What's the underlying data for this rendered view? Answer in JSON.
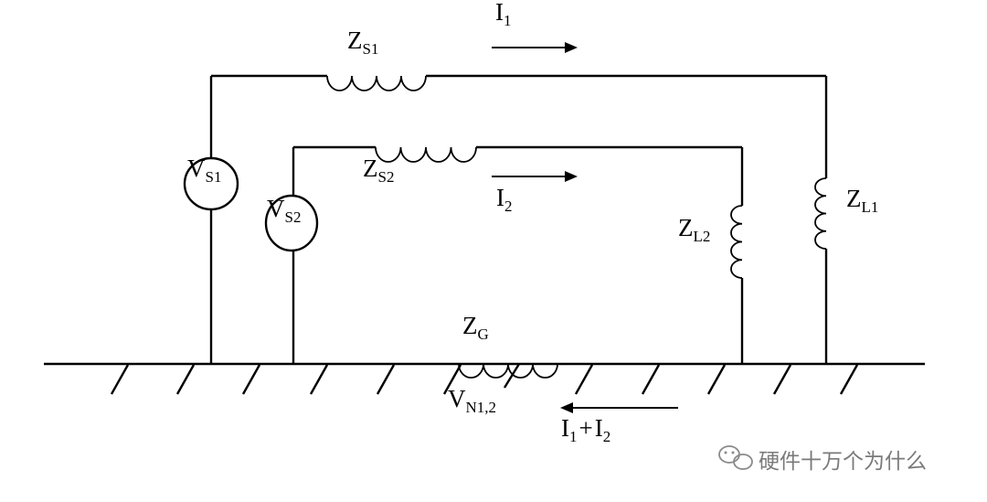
{
  "labels": {
    "zs1": {
      "main": "Z",
      "sub": "S1"
    },
    "zs2": {
      "main": "Z",
      "sub": "S2"
    },
    "zl1": {
      "main": "Z",
      "sub": "L1"
    },
    "zl2": {
      "main": "Z",
      "sub": "L2"
    },
    "zg": {
      "main": "Z",
      "sub": "G"
    },
    "vs1": {
      "main": "V",
      "sub": "S1"
    },
    "vs2": {
      "main": "V",
      "sub": "S2"
    },
    "vn": {
      "main": "V",
      "sub": "N1,2"
    },
    "i1": {
      "main": "I",
      "sub": "1"
    },
    "i2": {
      "main": "I",
      "sub": "2"
    },
    "isum": {
      "main1": "I",
      "sub1": "1",
      "op": "+",
      "main2": "I",
      "sub2": "2"
    }
  },
  "watermark": {
    "text": "硬件十万个为什么",
    "icon": "wechat-icon"
  },
  "colors": {
    "line": "#000000",
    "watermark": "#7a7a7a"
  }
}
